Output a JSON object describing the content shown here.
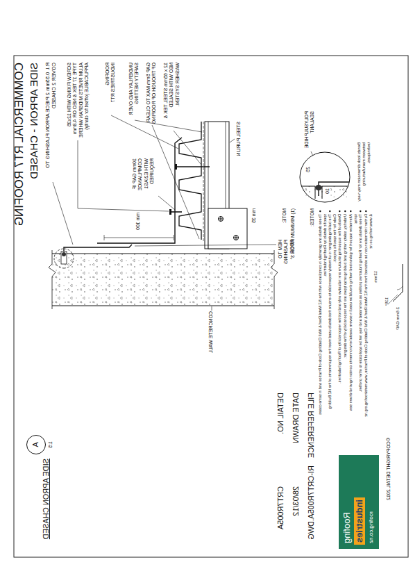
{
  "diagram": {
    "title": "COMMERCIAL RT7 ROOFING",
    "nodes": [
      {
        "text": [
          "A",
          "1:5"
        ]
      },
      {
        "text": [
          "Roofing",
          "industries",
          "roofing.co.nz"
        ]
      }
    ],
    "labels": [
      "SIDE APRON - CHASED",
      "R.I. 0.55mm 2 PIECE APRON FLASHING TO COVER 2 CHASED",
      "POLYSULPHIDE SEALANT",
      "25",
      "10",
      "SCREW FIXING WITH 12x35 TYPE 17 TEK & NEO OR 4.8mm ALUM RIVETS MIDSPAN WHERE APPLICABLE (offset for clarity)",
      "ROOFING INDUSTRIES RT7",
      "UNDERLAY AND OVER SAFETY NETTING",
      "GAP 5mm MAX TO CLEAR OF TROUGH OF ROOFING",
      "12 x 65mm STEEL TEK & NEO WITH SEALED WASHER SYSTEM.",
      "10mm GAP IF COMPLIANCE WITH E2/AS1 REQUIRED",
      "STEEL PURLIN",
      "CONCRETE WALL",
      "min 100",
      "min 35",
      "HEM TO FLASHING EDGE",
      "SIDE APRON CHASED",
      "NOTE:",
      "(1) MINIMUM PITCH 3°",
      "DETAIL NO.",
      "CRT7R005A",
      "DATE DRAWN",
      "28/03/12",
      "FILE REFERENCE",
      "RI-CRT7R005A.DWG",
      "NOTES:",
      "These details are generally in compliance with the NZ Metal Roof & Wall Cladding Code of Practice and in some cases specific details by Roofing Industries.",
      "The building designer is ultimately responsible to ensure that details used meet the requirements of the NZ Building Code for the specific project.",
      "Details of the supporting structure are indicative only and not the responsibility of Roofing Industries.",
      "Underlay, safety netting and building wrap types are the responsibility of the designer.",
      "Alternative support for galvanised roofing should be used in severe coastal environments containing wind-driven sea spray.",
      "These details are for Roofing Industries profiles as nominated and may not be applicable to other profiles.",
      "Further information can be obtained from the NZ Metal Roof & Wall Cladding Code of Practice, www.metalroofing.org.nz & www.roofing.co.nz",
      "Bends look dimension may vary between manufacturing techniques.",
      "12mm",
      "135°",
      "2-5mm GAP",
      "©COPYRIGHT DETAIL 2012"
    ]
  }
}
